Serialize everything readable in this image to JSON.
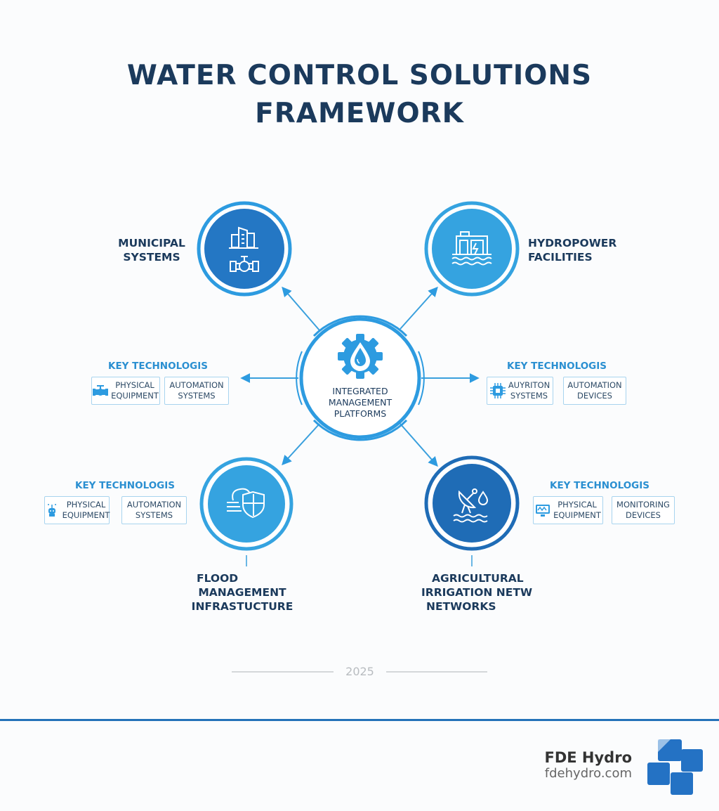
{
  "title": {
    "line1": "WATER CONTROL SOLUTIONS",
    "line2": "FRAMEWORK"
  },
  "center": {
    "icon": "gear-water-drop-icon",
    "line1": "INTEGRATED",
    "line2": "MANAGEMENT",
    "line3": "PLATFORMS"
  },
  "nodes": {
    "municipal": {
      "line1": "MUNICIPAL",
      "line2": "SYSTEMS",
      "icon": "city-buildings-pipe-valve-icon",
      "color": "#2477c4"
    },
    "hydropower": {
      "line1": "HYDROPOWER",
      "line2": "FACILITIES",
      "icon": "hydro-dam-water-icon",
      "color": "#35a3e0"
    },
    "flood": {
      "line1": "FLOOD",
      "line2": "MANAGEMENT",
      "line3": "INFRASTUCTURE",
      "icon": "wave-shield-icon",
      "color": "#35a3e0"
    },
    "agricultural": {
      "line1": "AGRICULTURAL",
      "line2": "IRRIGATION NETW",
      "line3": "NETWORKS",
      "icon": "satellite-dish-drop-icon",
      "color": "#1f6cb6"
    }
  },
  "key_tech": {
    "left_middle": {
      "title": "KEY TECHNOLOGIS",
      "chips": [
        {
          "icon": "valve-icon",
          "line1": "PHYSICAL",
          "line2": "EQUIPMENT"
        },
        {
          "line1": "AUTOMATION",
          "line2": "SYSTEMS"
        }
      ]
    },
    "right_middle": {
      "title": "KEY TECHNOLOGIS",
      "chips": [
        {
          "icon": "chip-processor-icon",
          "line1": "AUYRITON",
          "line2": "SYSTEMS"
        },
        {
          "line1": "AUTOMATION",
          "line2": "DEVICES"
        }
      ]
    },
    "left_bottom": {
      "title": "KEY TECHNOLOGIS",
      "chips": [
        {
          "icon": "sensor-device-icon",
          "line1": "PHYSICAL",
          "line2": "EQUIPMENT"
        },
        {
          "line1": "AUTOMATION",
          "line2": "SYSTEMS"
        }
      ]
    },
    "right_bottom": {
      "title": "KEY TECHNOLOGIS",
      "chips": [
        {
          "icon": "monitor-display-icon",
          "line1": "PHYSICAL",
          "line2": "EQUIPMENT"
        },
        {
          "line1": "MONITORING",
          "line2": "DEVICES"
        }
      ]
    }
  },
  "year": "2025",
  "brand": {
    "name": "FDE Hydro",
    "url": "fdehydro.com",
    "logo": "fde-hydro-squares-logo"
  },
  "colors": {
    "title": "#1b3a5c",
    "accent": "#2d9be0",
    "dark_blue": "#1f6cb6",
    "footer_line": "#2472b9"
  }
}
